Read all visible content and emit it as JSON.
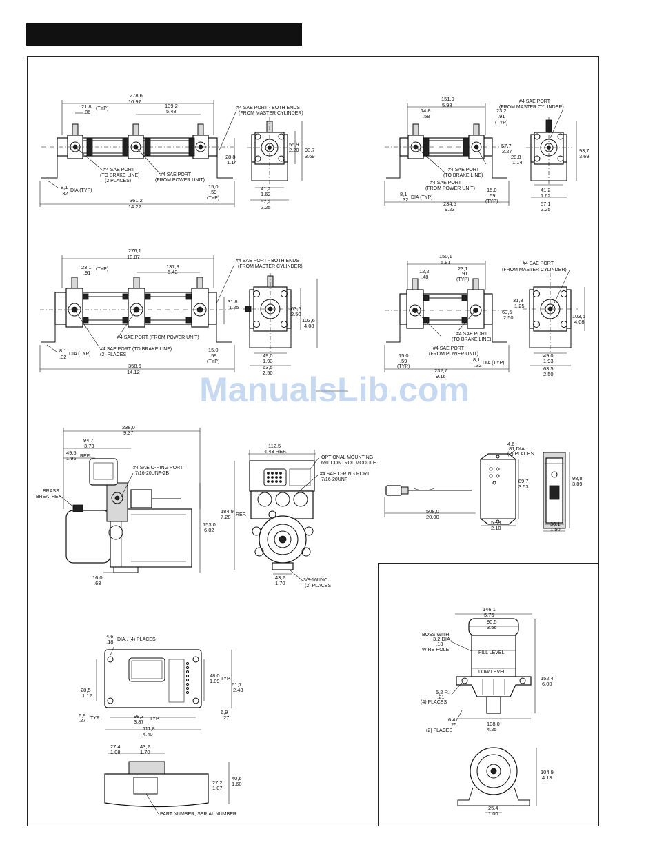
{
  "watermark": "ManualsLib.com",
  "d1": {
    "overall_top": "278,6",
    "overall_top_in": "10.97",
    "typ1": "21,8",
    "typ1_in": ".86",
    "typ_label": "(TYP)",
    "span": "139,2",
    "span_in": "5.48",
    "port_both": "#4 SAE PORT - BOTH ENDS",
    "from_master": "(FROM MASTER CYLINDER)",
    "h1": "28,8",
    "h1_in": "1.14",
    "brake_port": "#4 SAE PORT",
    "brake_line": "(TO BRAKE LINE)",
    "two_places": "(2 PLACES)",
    "power_port": "#4 SAE PORT",
    "power_unit": "(FROM POWER UNIT)",
    "dia": "8,1",
    "dia_in": ".32",
    "dia_label": "DIA (TYP)",
    "overall": "361,2",
    "overall_in": "14.22",
    "foot": "15,0",
    "foot_in": ".59",
    "foot_typ": "(TYP)",
    "side_h": "55,9",
    "side_h_in": "2.20",
    "side_tot": "93,7",
    "side_tot_in": "3.69",
    "side_w1": "41,2",
    "side_w1_in": "1.62",
    "side_w2": "57,2",
    "side_w2_in": "2.25"
  },
  "d2": {
    "overall_top": "151,9",
    "overall_top_in": "5.98",
    "typ1": "14,8",
    "typ1_in": ".58",
    "typ2": "23,2",
    "typ2_in": ".91",
    "typ_label": "(TYP)",
    "port": "#4 SAE PORT",
    "from_master": "(FROM MASTER CYLINDER)",
    "h1": "57,7",
    "h1_in": "2.27",
    "h2": "28,8",
    "h2_in": "1.14",
    "brake_port": "#4 SAE PORT",
    "brake_line": "(TO BRAKE LINE)",
    "power_port": "#4 SAE PORT",
    "power_unit": "(FROM POWER UNIT)",
    "dia": "8,1",
    "dia_in": ".32",
    "dia_label": "DIA (TYP)",
    "foot": "15,0",
    "foot_in": ".59",
    "foot_typ": "(TYP)",
    "overall": "234,5",
    "overall_in": "9.23",
    "side_tot": "93,7",
    "side_tot_in": "3.69",
    "side_w1": "41,2",
    "side_w1_in": "1.62",
    "side_w2": "57,1",
    "side_w2_in": "2.25"
  },
  "d3": {
    "overall_top": "276,1",
    "overall_top_in": "10.87",
    "typ1": "23,1",
    "typ1_in": ".91",
    "typ_label": "(TYP)",
    "span": "137,9",
    "span_in": "5.43",
    "port_both": "#4 SAE PORT - BOTH ENDS",
    "from_master": "(FROM MASTER CYLINDER)",
    "h1": "31,8",
    "h1_in": "1.25",
    "power_line": "#4 SAE PORT (FROM POWER UNIT)",
    "brake_line": "#4 SAE PORT (TO BRAKE LINE)",
    "two_places": "(2) PLACES",
    "dia": "8,1",
    "dia_in": ".32",
    "dia_label": "DIA (TYP)",
    "foot": "15,0",
    "foot_in": ".59",
    "foot_typ": "(TYP)",
    "overall": "358,6",
    "overall_in": "14.12",
    "side_h": "63,5",
    "side_h_in": "2.50",
    "side_tot": "103,6",
    "side_tot_in": "4.08",
    "side_w1": "49,0",
    "side_w1_in": "1.93",
    "side_w2": "63,5",
    "side_w2_in": "2.50"
  },
  "d4": {
    "overall_top": "150,1",
    "overall_top_in": "5.91",
    "typ1": "12,2",
    "typ1_in": ".48",
    "typ2": "23,1",
    "typ2_in": ".91",
    "typ_label": "(TYP)",
    "port": "#4 SAE PORT",
    "from_master": "(FROM MASTER CYLINDER)",
    "h1": "31,8",
    "h1_in": "1.25",
    "h2": "63,5",
    "h2_in": "2.50",
    "brake_port": "#4 SAE PORT",
    "brake_line": "(TO BRAKE LINE)",
    "power_port": "#4 SAE PORT",
    "power_unit": "(FROM POWER UNIT)",
    "foot": "15,0",
    "foot_in": ".59",
    "foot_typ": "(TYP)",
    "dia": "8,1",
    "dia_in": ".32",
    "dia_label": "DIA (TYP)",
    "overall": "232,7",
    "overall_in": "9.16",
    "side_tot": "103,6",
    "side_tot_in": "4.08",
    "side_w1": "49,0",
    "side_w1_in": "1.93",
    "side_w2": "63,5",
    "side_w2_in": "2.50"
  },
  "pump": {
    "overall": "238,0",
    "overall_in": "9.37",
    "w1": "94,7",
    "w1_in": "3.73",
    "w2": "49,5",
    "w2_in": "1.95",
    "ref": "REF.",
    "oring_port": "#4 SAE O-RING PORT",
    "oring_thread": "7/16-20UNF-2B",
    "brass": "BRASS",
    "breather": "BREATHER",
    "height": "153,0",
    "height_in": "6.02",
    "foot": "16,0",
    "foot_in": ".63"
  },
  "pump_front": {
    "width": "112,5",
    "width_in": "4.43 REF.",
    "optional": "OPTIONAL MOUNTING",
    "module": "691 CONTROL MODULE",
    "oring_port": "#4 SAE O-RING PORT",
    "oring_thread": "7/16-20UNF",
    "height": "184,9",
    "height_in": "7.28",
    "ref": "REF.",
    "bolt": "43,2",
    "bolt_in": "1.70",
    "thread": "3/8-16UNC",
    "two_places": "(2) PLACES"
  },
  "switch": {
    "hole": "4,6",
    "hole_in": ".81 DIA.",
    "two_places": "(2) PLACES",
    "cable": "508,0",
    "cable_in": "20.00",
    "box_h": "89,7",
    "box_h_in": "3.53",
    "box_w": "53,3",
    "box_w_in": "2.10",
    "panel_h": "98,8",
    "panel_h_in": "3.89",
    "panel_w": "38,1",
    "panel_w_in": "1.50"
  },
  "module": {
    "hole": "4,6",
    "hole_in": ".18",
    "hole_label": "DIA., (4) PLACES",
    "h1": "48,0",
    "h1_in": "1.89",
    "typ": "TYP.",
    "h2": "61,7",
    "h2_in": "2.43",
    "left": "28,5",
    "left_in": "1.12",
    "edge": "6,9",
    "edge_in": ".27",
    "span": "98,3",
    "span_in": "3.87",
    "overall": "111,8",
    "overall_in": "4.40",
    "top1": "27,4",
    "top1_in": "1.08",
    "top2": "43,2",
    "top2_in": "1.70",
    "side1": "27,2",
    "side1_in": "1.07",
    "side2": "40,6",
    "side2_in": "1.60",
    "part": "PART NUMBER, SERIAL NUMBER"
  },
  "reservoir": {
    "top": "146,1",
    "top_in": "5.75",
    "inner": "90,5",
    "inner_in": "3.56",
    "boss1": "BOSS WITH",
    "boss2": "3,2 DIA.",
    "boss3": ".13",
    "boss4": "WIRE HOLE",
    "fill": "FILL LEVEL",
    "low": "LOW LEVEL",
    "height": "152,4",
    "height_in": "6.00",
    "r": "5,2 R.",
    "r_in": ".21",
    "four_places": "(4) PLACES",
    "slot": "6,4",
    "slot_in": ".25",
    "two_places": "(2) PLACES",
    "width": "108,0",
    "width_in": "4.25",
    "depth": "104,9",
    "depth_in": "4.13",
    "foot": "25,4",
    "foot_in": "1.00"
  }
}
